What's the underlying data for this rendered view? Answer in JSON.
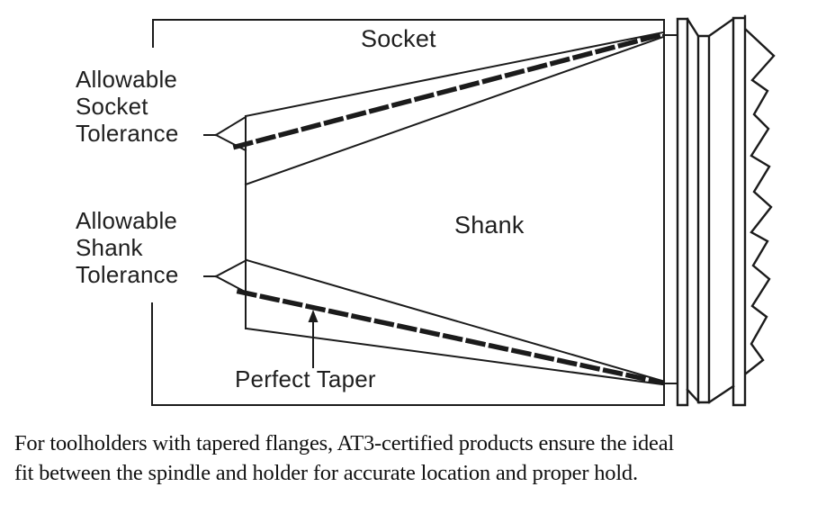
{
  "figure": {
    "labels": {
      "socket": "Socket",
      "shank": "Shank",
      "allowable_socket_tolerance": "Allowable\nSocket\nTolerance",
      "allowable_shank_tolerance": "Allowable\nShank\nTolerance",
      "perfect_taper": "Perfect Taper"
    },
    "colors": {
      "line": "#1b1b1b",
      "background": "#ffffff"
    }
  },
  "caption": {
    "text": "For toolholders with tapered flanges, AT3-certified products ensure the ideal\nfit between the spindle and holder for accurate location and proper hold."
  }
}
